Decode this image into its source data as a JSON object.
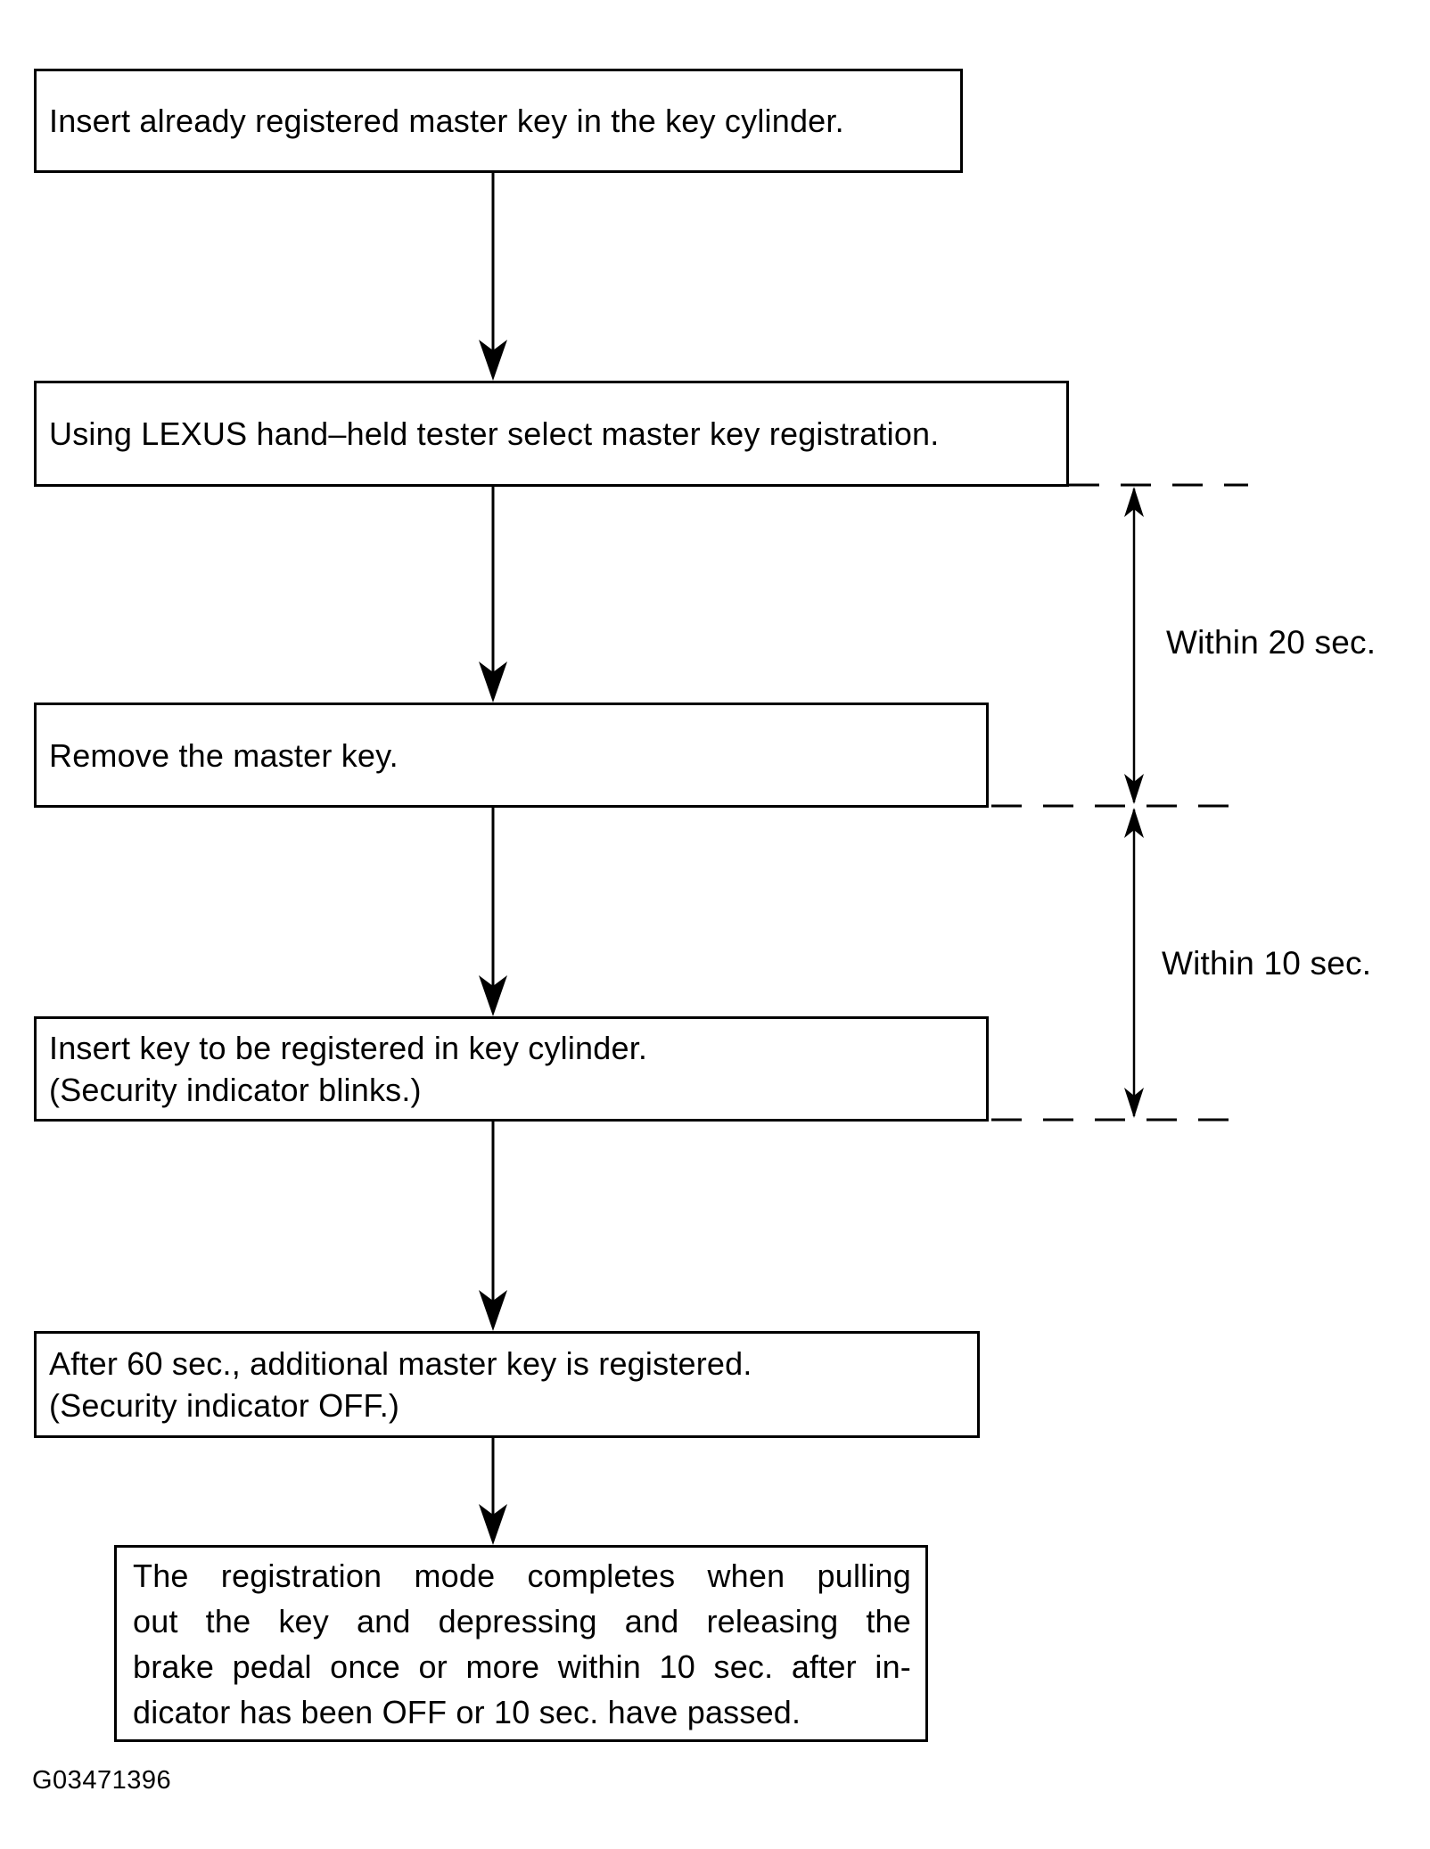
{
  "colors": {
    "ink": "#000000",
    "paper": "#ffffff"
  },
  "steps": [
    {
      "lines": [
        "Insert already registered master key in the key cylinder."
      ]
    },
    {
      "lines": [
        "Using LEXUS hand–held tester select master key registration."
      ]
    },
    {
      "lines": [
        "Remove the master key."
      ]
    },
    {
      "lines": [
        "Insert key to be registered in key cylinder.",
        "(Security indicator blinks.)"
      ]
    },
    {
      "lines": [
        "After 60 sec., additional master key is registered.",
        "(Security indicator OFF.)"
      ]
    },
    {
      "lines": [
        "The registration mode completes when pulling",
        "out the key and depressing and releasing the",
        "brake pedal once or more within 10 sec. after in-",
        "dicator has been OFF or 10 sec. have passed."
      ]
    }
  ],
  "timing_annotations": [
    {
      "label": "Within 20 sec.",
      "from_step": 2,
      "to_step": 3
    },
    {
      "label": "Within 10 sec.",
      "from_step": 3,
      "to_step": 4
    }
  ],
  "figure_code": "G03471396"
}
